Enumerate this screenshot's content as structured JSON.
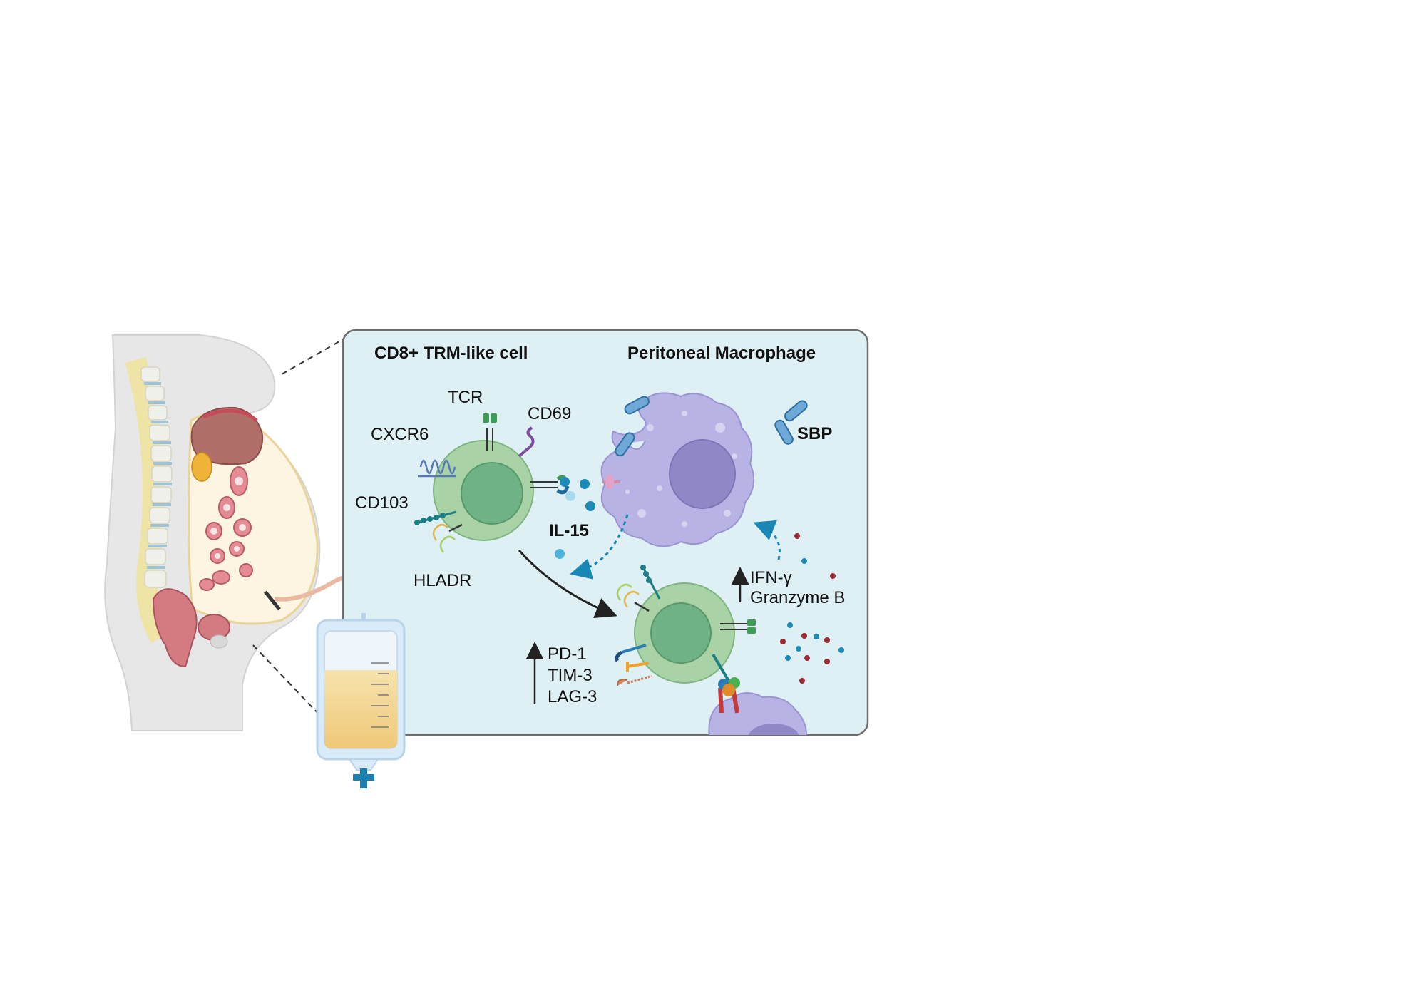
{
  "panel": {
    "title_left": "CD8+ TRM-like cell",
    "title_right": "Peritoneal Macrophage"
  },
  "labels": {
    "tcr": "TCR",
    "cd69": "CD69",
    "cxcr6": "CXCR6",
    "cd103": "CD103",
    "hladr": "HLADR",
    "il15": "IL-15",
    "sbp": "SBP",
    "ifn": "IFN-γ",
    "granzyme": "Granzyme B",
    "pd1": "PD-1",
    "tim3": "TIM-3",
    "lag3": "LAG-3"
  },
  "colors": {
    "panel_bg": "#dff0f4",
    "panel_border": "#6e6e6e",
    "t_cell_outer": "#a9d3a7",
    "t_cell_nucleus": "#6fb286",
    "macrophage": "#b7b3e4",
    "macrophage_nucleus": "#8f88c6",
    "bacteria": "#6fa9d8",
    "il15_dot": "#1c8bb8",
    "cytokine_red": "#9b2a35",
    "arrow_blue": "#1a87b5",
    "drainage_fluid": "#f3d79a"
  }
}
